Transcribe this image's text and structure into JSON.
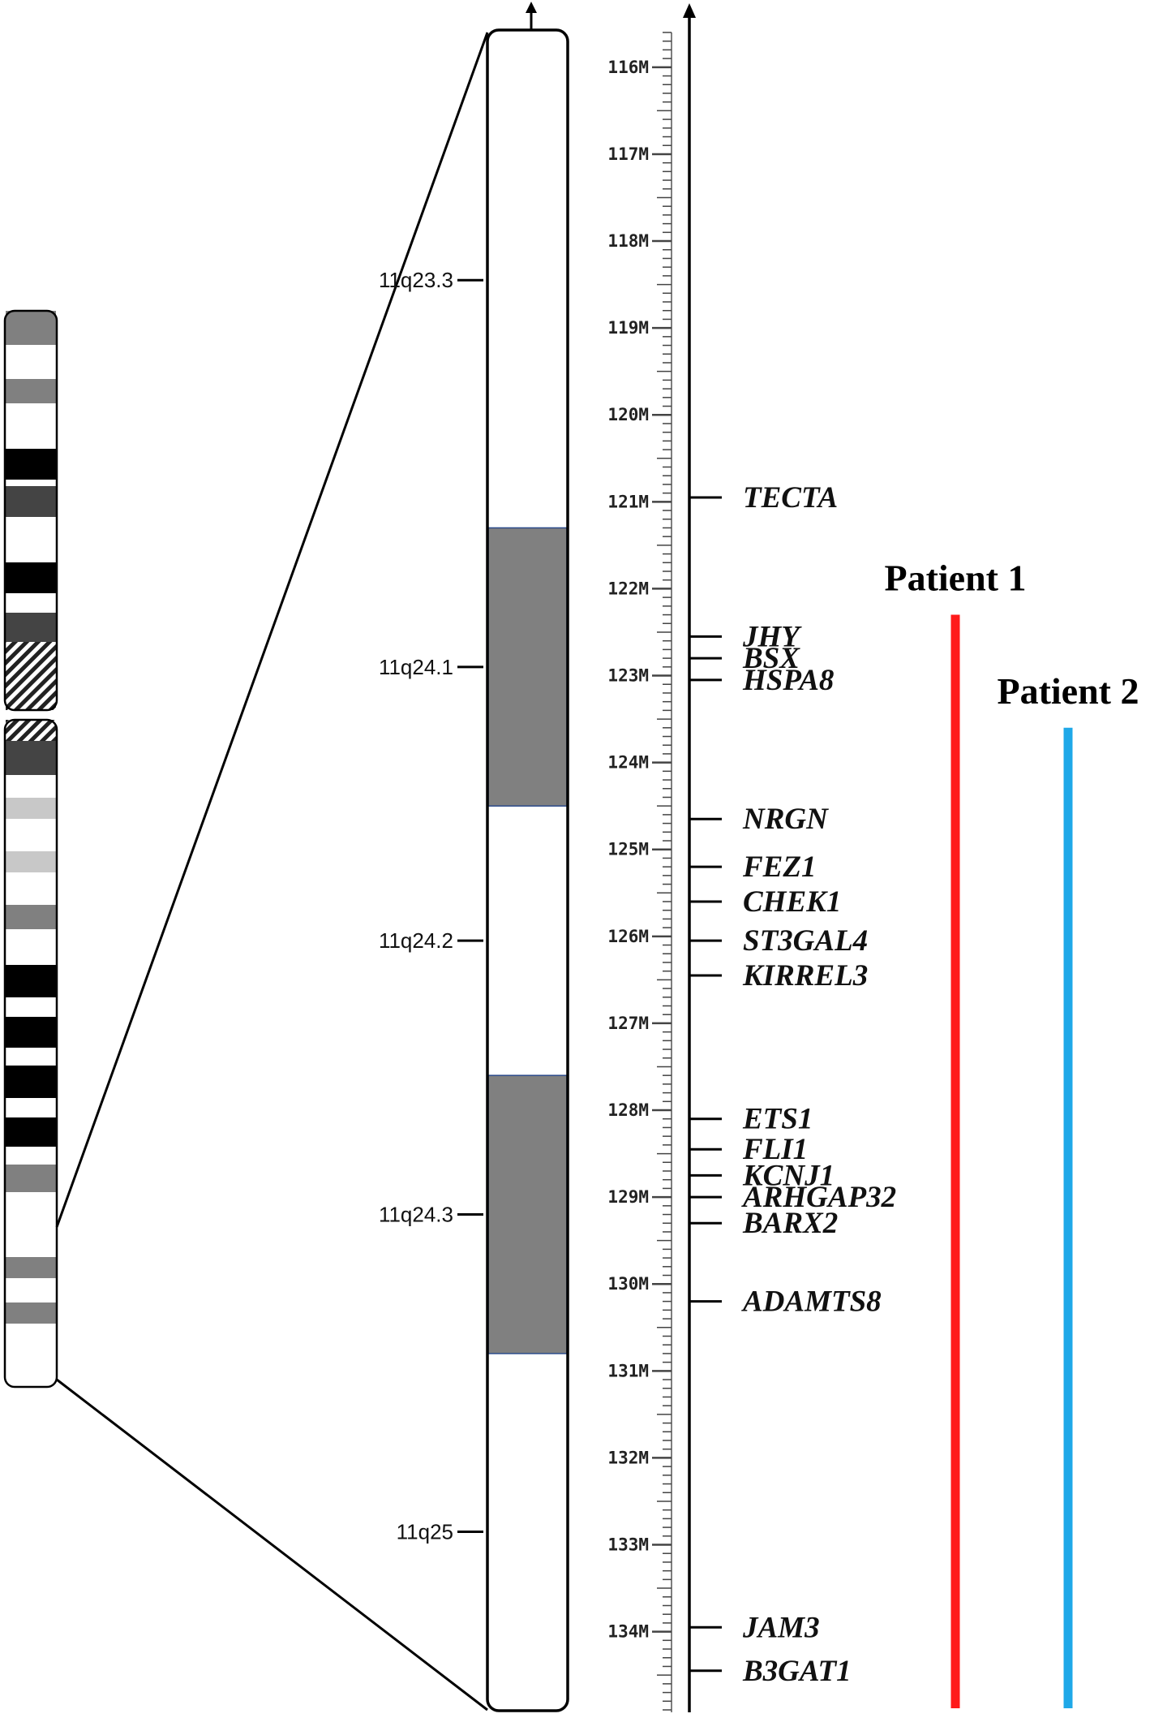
{
  "colors": {
    "ink": "#000000",
    "band_dark": "#808080",
    "band_outline": "#2a4a8a",
    "patient_1": "#ff1a1a",
    "patient_2": "#1fa8e8"
  },
  "ideogram": {
    "bands": [
      {
        "shade": "gray50"
      },
      {
        "shade": "white"
      },
      {
        "shade": "gray50"
      },
      {
        "shade": "white"
      },
      {
        "shade": "black"
      },
      {
        "shade": "white"
      },
      {
        "shade": "gray75"
      },
      {
        "shade": "white"
      },
      {
        "shade": "black"
      },
      {
        "shade": "white"
      },
      {
        "shade": "gray75"
      },
      {
        "shade": "hatched"
      },
      {
        "shade": "hatched"
      },
      {
        "shade": "gray75"
      },
      {
        "shade": "white"
      },
      {
        "shade": "gray25"
      },
      {
        "shade": "white"
      },
      {
        "shade": "gray25"
      },
      {
        "shade": "white"
      },
      {
        "shade": "gray50"
      },
      {
        "shade": "white"
      },
      {
        "shade": "black"
      },
      {
        "shade": "white"
      },
      {
        "shade": "black"
      },
      {
        "shade": "white"
      },
      {
        "shade": "black"
      },
      {
        "shade": "white"
      },
      {
        "shade": "black"
      },
      {
        "shade": "white"
      },
      {
        "shade": "gray50"
      },
      {
        "shade": "white"
      },
      {
        "shade": "gray50"
      },
      {
        "shade": "white"
      },
      {
        "shade": "gray50"
      },
      {
        "shade": "white"
      }
    ]
  },
  "enlarged_region": {
    "bands": [
      {
        "label": "11q23.3",
        "shade": "white",
        "mb_start": 115.6,
        "mb_end": 121.3
      },
      {
        "label": "11q24.1",
        "shade": "gray",
        "mb_start": 121.3,
        "mb_end": 124.5
      },
      {
        "label": "11q24.2",
        "shade": "white",
        "mb_start": 124.5,
        "mb_end": 127.6
      },
      {
        "label": "11q24.3",
        "shade": "gray",
        "mb_start": 127.6,
        "mb_end": 130.8
      },
      {
        "label": "11q25",
        "shade": "white",
        "mb_start": 130.8,
        "mb_end": 134.9
      }
    ]
  },
  "scale": {
    "unit_suffix": "M",
    "range_mb": [
      115.6,
      134.9
    ],
    "major_ticks": [
      "116M",
      "117M",
      "118M",
      "119M",
      "120M",
      "121M",
      "122M",
      "123M",
      "124M",
      "125M",
      "126M",
      "127M",
      "128M",
      "129M",
      "130M",
      "131M",
      "132M",
      "133M",
      "134M"
    ]
  },
  "genes": [
    {
      "name": "TECTA",
      "position_mb": 120.95
    },
    {
      "name": "JHY",
      "position_mb": 122.55
    },
    {
      "name": "BSX",
      "position_mb": 122.8
    },
    {
      "name": "HSPA8",
      "position_mb": 123.05
    },
    {
      "name": "NRGN",
      "position_mb": 124.65
    },
    {
      "name": "FEZ1",
      "position_mb": 125.2
    },
    {
      "name": "CHEK1",
      "position_mb": 125.6
    },
    {
      "name": "ST3GAL4",
      "position_mb": 126.05
    },
    {
      "name": "KIRREL3",
      "position_mb": 126.45
    },
    {
      "name": "ETS1",
      "position_mb": 128.1
    },
    {
      "name": "FLI1",
      "position_mb": 128.45
    },
    {
      "name": "KCNJ1",
      "position_mb": 128.75
    },
    {
      "name": "ARHGAP32",
      "position_mb": 129.0
    },
    {
      "name": "BARX2",
      "position_mb": 129.3
    },
    {
      "name": "ADAMTS8",
      "position_mb": 130.2
    },
    {
      "name": "JAM3",
      "position_mb": 133.95
    },
    {
      "name": "B3GAT1",
      "position_mb": 134.45
    }
  ],
  "patients": [
    {
      "label": "Patient 1",
      "deletion_mb": [
        122.3,
        134.9
      ],
      "color": "#ff1a1a"
    },
    {
      "label": "Patient 2",
      "deletion_mb": [
        123.6,
        134.9
      ],
      "color": "#1fa8e8"
    }
  ]
}
